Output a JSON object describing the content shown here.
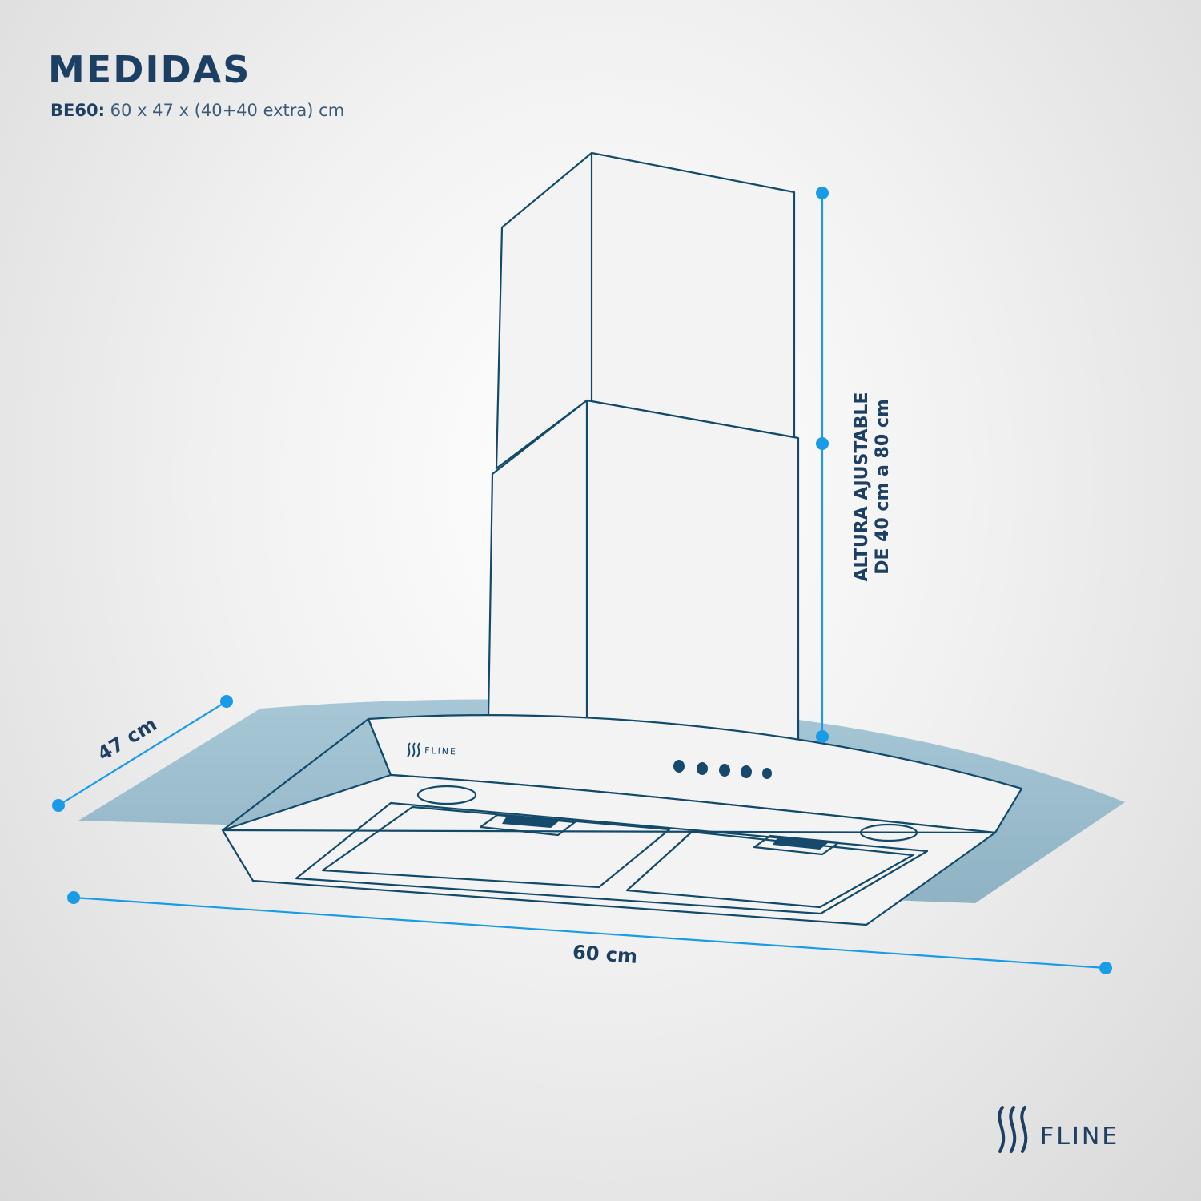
{
  "header": {
    "title": "MEDIDAS",
    "model": "BE60:",
    "dims": "60 x 47 x (40+40 extra) cm"
  },
  "dimensions": {
    "depth_label": "47 cm",
    "width_label": "60 cm",
    "height_line1": "ALTURA AJUSTABLE",
    "height_line2": "DE 40 cm a 80 cm"
  },
  "product": {
    "panel_brand": "FLINE"
  },
  "footer": {
    "brand": "FLINE"
  },
  "colors": {
    "accent": "#1a9be6",
    "navy": "#1d3f63",
    "outline": "#134a6a",
    "shadow": "#9bbfcf"
  }
}
